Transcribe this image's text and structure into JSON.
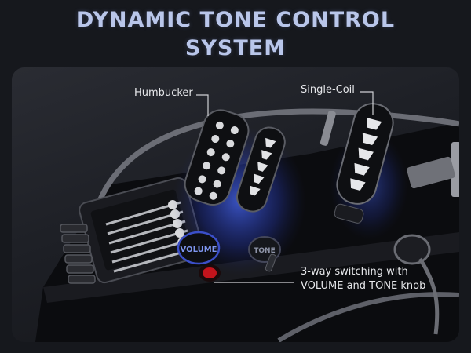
{
  "headline": {
    "line1": "DYNAMIC TONE CONTROL",
    "line2": "SYSTEM"
  },
  "callouts": {
    "humbucker": "Humbucker",
    "single_coil": "Single-Coil",
    "switching": "3-way switching with VOLUME and TONE knob"
  },
  "knob_labels": {
    "volume": "VOLUME",
    "tone": "TONE"
  },
  "colors": {
    "headline": "#b9c6ea",
    "glow": "#3a55d8",
    "body": "#0b0c0f",
    "callout_text": "#e6e7ea",
    "accent_red": "#c2141c"
  }
}
